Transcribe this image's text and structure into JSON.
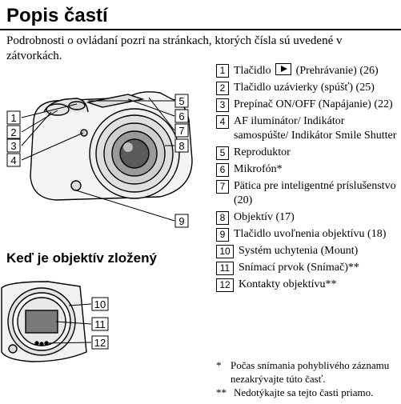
{
  "title": "Popis častí",
  "intro": "Podrobnosti o ovládaní pozri na stránkach, ktorých čísla sú uvedené v zátvorkách.",
  "subheading": "Keď je objektív zložený",
  "items": [
    {
      "n": "1",
      "pre": "Tlačidlo",
      "icon": "play-icon",
      "text": "(Prehrávanie) (26)"
    },
    {
      "n": "2",
      "text": "Tlačidlo uzávierky (spúšť) (25)"
    },
    {
      "n": "3",
      "text": "Prepínač ON/OFF (Napájanie) (22)"
    },
    {
      "n": "4",
      "text": "AF iluminátor/ Indikátor samospúšte/ Indikátor Smile Shutter"
    },
    {
      "n": "5",
      "text": "Reproduktor"
    },
    {
      "n": "6",
      "text": "Mikrofón*"
    },
    {
      "n": "7",
      "text": "Pätica pre inteligentné príslušenstvo (20)"
    },
    {
      "n": "8",
      "text": "Objektív (17)"
    },
    {
      "n": "9",
      "text": "Tlačidlo uvoľnenia objektívu (18)"
    },
    {
      "n": "10",
      "text": "Systém uchytenia (Mount)"
    },
    {
      "n": "11",
      "text": "Snímací prvok (Snímač)**"
    },
    {
      "n": "12",
      "text": "Kontakty objektívu**"
    }
  ],
  "notes": [
    {
      "mark": "*",
      "text": "Počas snímania pohyblivého záznamu nezakrývajte túto časť."
    },
    {
      "mark": "**",
      "text": "Nedotýkajte sa tejto časti priamo."
    }
  ],
  "callouts": [
    "1",
    "2",
    "3",
    "4",
    "5",
    "6",
    "7",
    "8",
    "9",
    "10",
    "11",
    "12"
  ]
}
